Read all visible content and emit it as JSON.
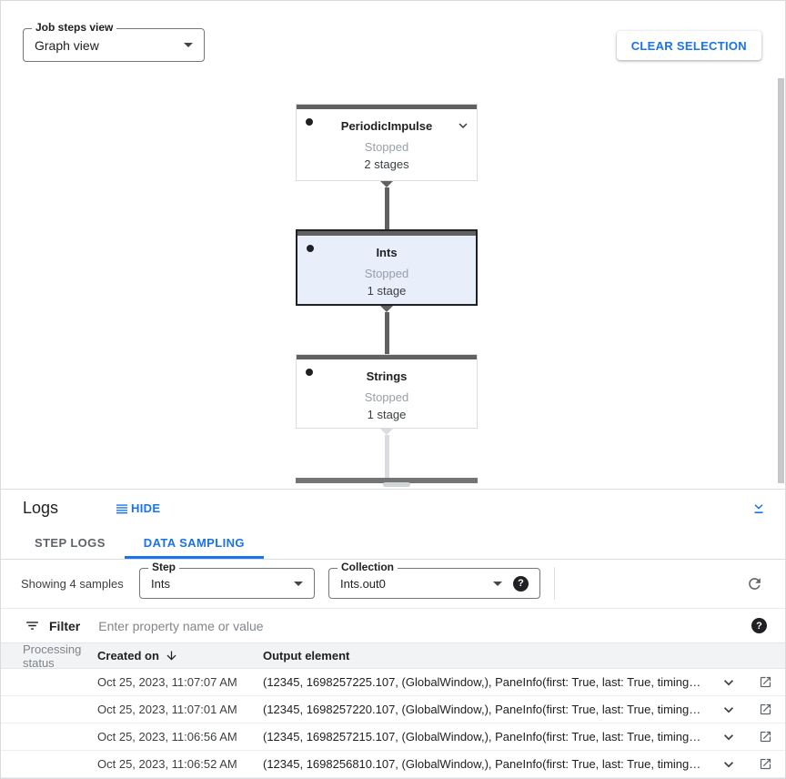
{
  "header": {
    "job_steps_view": {
      "label": "Job steps view",
      "value": "Graph view"
    },
    "clear_selection_label": "CLEAR SELECTION"
  },
  "graph": {
    "nodes": [
      {
        "title": "PeriodicImpulse",
        "status": "Stopped",
        "stages": "2 stages",
        "selected": false,
        "expandable": true
      },
      {
        "title": "Ints",
        "status": "Stopped",
        "stages": "1 stage",
        "selected": true,
        "expandable": false
      },
      {
        "title": "Strings",
        "status": "Stopped",
        "stages": "1 stage",
        "selected": false,
        "expandable": false
      }
    ]
  },
  "logs": {
    "title": "Logs",
    "hide_label": "HIDE",
    "tabs": [
      {
        "label": "STEP LOGS",
        "active": false
      },
      {
        "label": "DATA SAMPLING",
        "active": true
      }
    ],
    "sampling_toolbar": {
      "showing_text": "Showing 4 samples",
      "step": {
        "label": "Step",
        "value": "Ints"
      },
      "collection": {
        "label": "Collection",
        "value": "Ints.out0"
      }
    },
    "filter": {
      "label": "Filter",
      "placeholder": "Enter property name or value"
    },
    "table": {
      "columns": [
        "Processing status",
        "Created on",
        "Output element"
      ],
      "rows": [
        {
          "created_on": "Oct 25, 2023, 11:07:07 AM",
          "output_element": "(12345, 1698257225.107, (GlobalWindow,), PaneInfo(first: True, last: True, timing…"
        },
        {
          "created_on": "Oct 25, 2023, 11:07:01 AM",
          "output_element": "(12345, 1698257220.107, (GlobalWindow,), PaneInfo(first: True, last: True, timing…"
        },
        {
          "created_on": "Oct 25, 2023, 11:06:56 AM",
          "output_element": "(12345, 1698257215.107, (GlobalWindow,), PaneInfo(first: True, last: True, timing…"
        },
        {
          "created_on": "Oct 25, 2023, 11:06:52 AM",
          "output_element": "(12345, 1698256810.107, (GlobalWindow,), PaneInfo(first: True, last: True, timing…"
        }
      ]
    }
  },
  "icons": {
    "help_glyph": "?"
  },
  "colors": {
    "accent_blue": "#1a73e8",
    "selected_node_bg": "#e8eefa",
    "node_top_bar": "#616161",
    "edge_dark": "#616161",
    "edge_light": "#dadce0",
    "text_primary": "#202124",
    "text_secondary": "#5f6368",
    "table_header_bg": "#f1f3f4"
  }
}
